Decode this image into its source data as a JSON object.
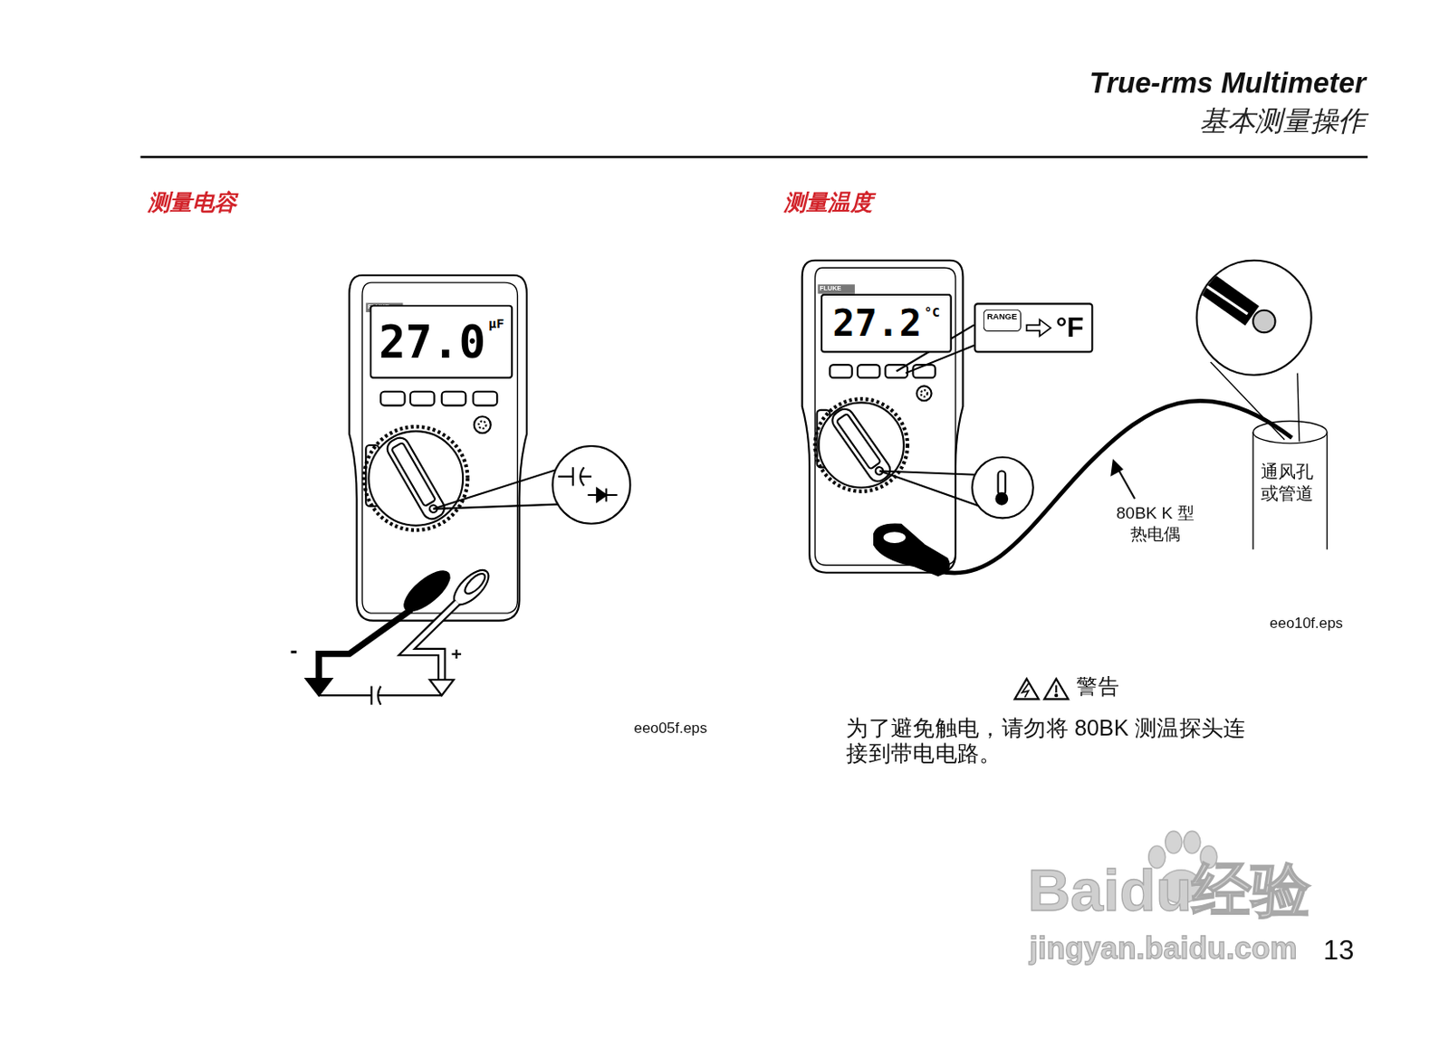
{
  "diagram": {
    "title": "True-rms Multimeter",
    "nodes": [
      {
        "text": [
          "27.0",
          "μF"
        ]
      },
      {
        "text": [
          "27.2",
          "°C"
        ]
      },
      {
        "text": [
          "RANGE",
          "°F"
        ]
      }
    ],
    "labels": [
      "基本测量操作",
      "测量电容",
      "测量温度",
      "FLUKE",
      "FLUKE",
      "-",
      "+",
      "eeo05f.eps",
      "80BK K 型热电偶",
      "通风孔 或管道",
      "eeo10f.eps",
      "警告",
      "为了避免触电，请勿将 80BK 测温探头连接到带电电路。",
      "Baidu经验",
      "jingyan.baidu.com",
      "13"
    ]
  }
}
